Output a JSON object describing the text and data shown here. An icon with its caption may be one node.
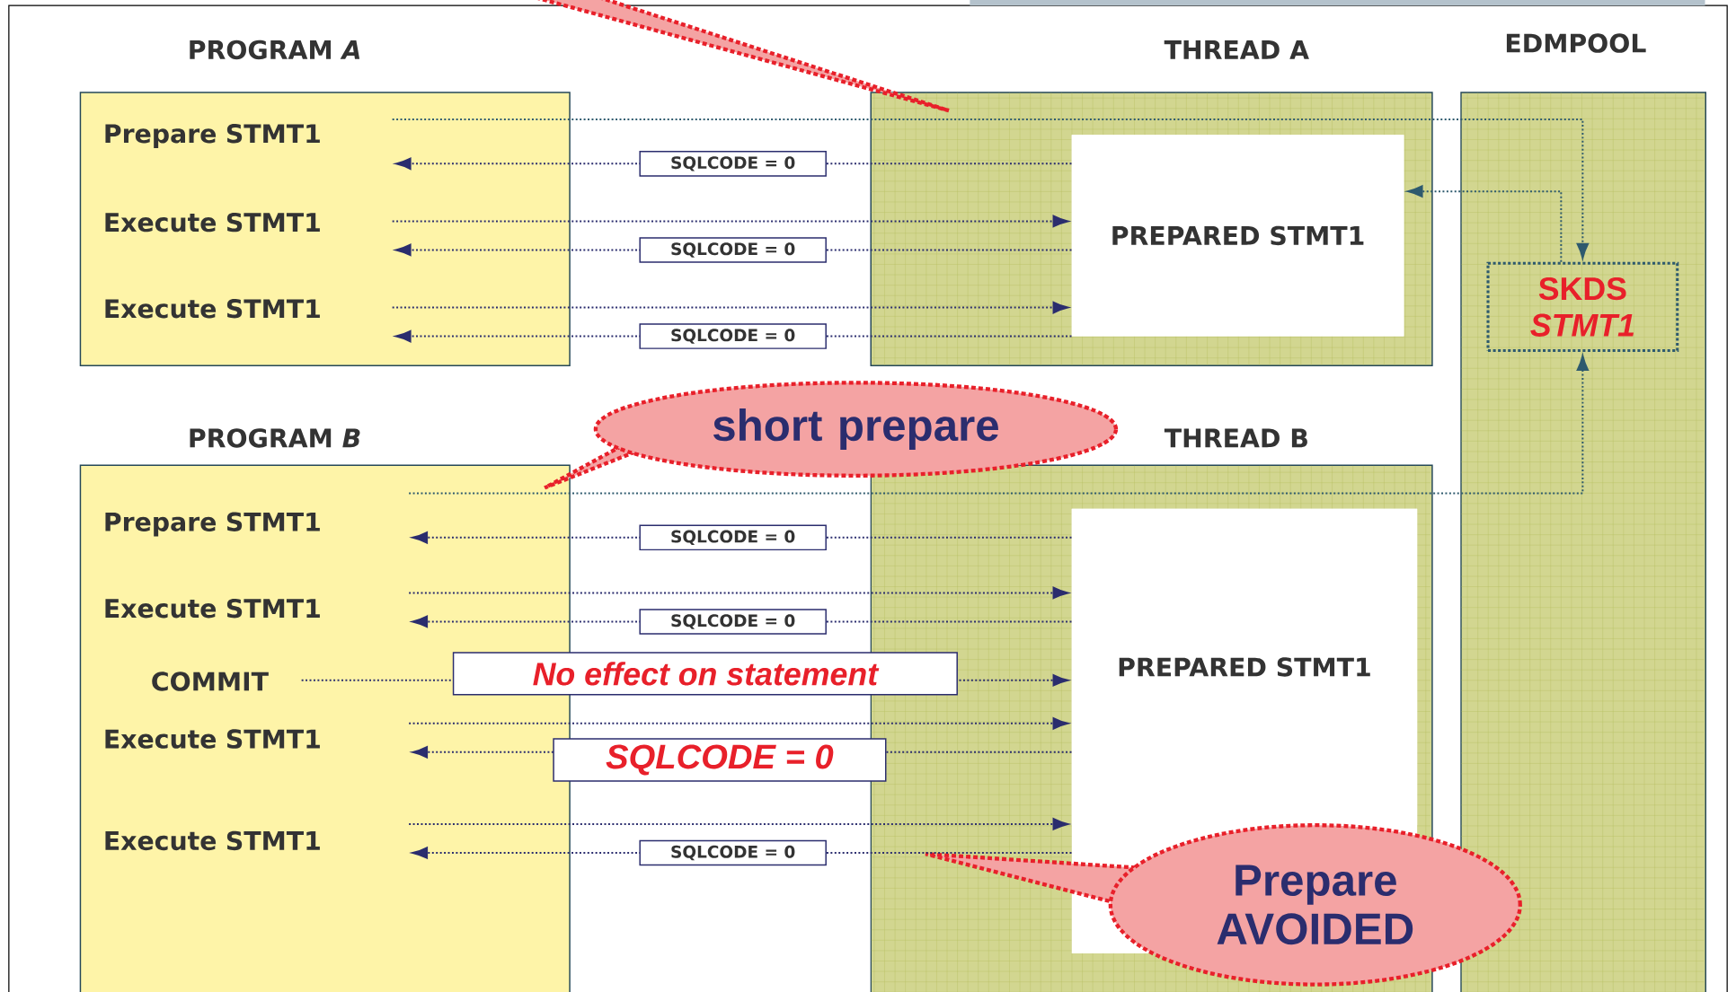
{
  "diagram": {
    "nodes": [
      {
        "text": [
          "PROGRAM *A*"
        ]
      },
      {
        "text": [
          "Prepare STMT1"
        ],
        "in": 0
      },
      {
        "text": [
          "Execute STMT1"
        ],
        "in": 0
      },
      {
        "text": [
          "Execute STMT1"
        ],
        "in": 0
      },
      {
        "text": [
          "THREAD A"
        ]
      },
      {
        "text": [
          "PREPARED STMT1"
        ],
        "in": 4
      },
      {
        "text": [
          "EDMPOOL"
        ]
      },
      {
        "text": [
          "SKDS *STMT1*"
        ],
        "in": 6
      },
      {
        "text": [
          "PROGRAM *B*"
        ]
      },
      {
        "text": [
          "Prepare STMT1"
        ],
        "in": 8
      },
      {
        "text": [
          "Execute STMT1"
        ],
        "in": 8
      },
      {
        "text": [
          "COMMIT"
        ],
        "in": 8
      },
      {
        "text": [
          "Execute STMT1"
        ],
        "in": 8
      },
      {
        "text": [
          "Execute STMT1"
        ],
        "in": 8
      },
      {
        "text": [
          "THREAD B"
        ]
      },
      {
        "text": [
          "PREPARED STMT1"
        ],
        "in": 14
      },
      {
        "text": [
          "short prepare"
        ]
      },
      {
        "text": [
          "Prepare AVOIDED"
        ]
      },
      {
        "text": [],
        "shape": "callout"
      }
    ],
    "edges": [
      {
        "from": 1,
        "to": 7,
        "arrow": "to"
      },
      {
        "from": 5,
        "to": 1,
        "arrow": "to",
        "label": "SQLCODE = 0"
      },
      {
        "from": 7,
        "to": 5,
        "arrow": "to"
      },
      {
        "from": 2,
        "to": 5,
        "arrow": "to"
      },
      {
        "from": 5,
        "to": 2,
        "arrow": "to",
        "label": "SQLCODE = 0"
      },
      {
        "from": 3,
        "to": 5,
        "arrow": "to"
      },
      {
        "from": 5,
        "to": 3,
        "arrow": "to",
        "label": "SQLCODE = 0"
      },
      {
        "from": 9,
        "to": 7,
        "arrow": "to"
      },
      {
        "from": 15,
        "to": 9,
        "arrow": "to",
        "label": "SQLCODE = 0"
      },
      {
        "from": 10,
        "to": 15,
        "arrow": "to"
      },
      {
        "from": 15,
        "to": 10,
        "arrow": "to",
        "label": "SQLCODE = 0"
      },
      {
        "from": 11,
        "to": 15,
        "arrow": "to",
        "label": "No effect on statement"
      },
      {
        "from": 12,
        "to": 15,
        "arrow": "to"
      },
      {
        "from": 15,
        "to": 12,
        "arrow": "to",
        "label": "SQLCODE = 0"
      },
      {
        "from": 13,
        "to": 15,
        "arrow": "to"
      },
      {
        "from": 15,
        "to": 13,
        "arrow": "to",
        "label": "SQLCODE = 0"
      }
    ]
  }
}
